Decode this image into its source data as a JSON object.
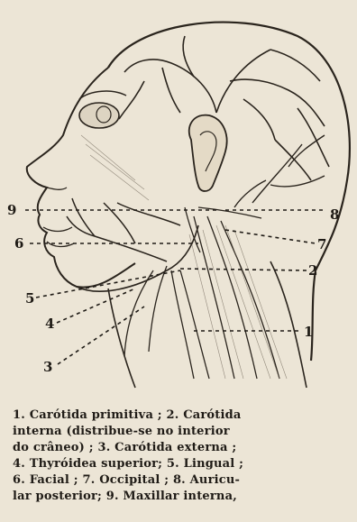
{
  "figure": {
    "callouts": [
      {
        "id": "9",
        "label": "9"
      },
      {
        "id": "6",
        "label": "6"
      },
      {
        "id": "5",
        "label": "5"
      },
      {
        "id": "4",
        "label": "4"
      },
      {
        "id": "3",
        "label": "3"
      },
      {
        "id": "8",
        "label": "8"
      },
      {
        "id": "7",
        "label": "7"
      },
      {
        "id": "2",
        "label": "2"
      },
      {
        "id": "1",
        "label": "1"
      }
    ]
  },
  "caption": {
    "lines": [
      "1. Carótida primitiva ; 2. Carótida",
      "interna (distribue-se no interior",
      "do crâneo) ; 3. Carótida externa ;",
      "4. Thyróidea superior; 5. Lingual ;",
      "6. Facial ; 7. Occipital ; 8. Auricu-",
      "lar posterior; 9. Maxillar interna,"
    ]
  }
}
